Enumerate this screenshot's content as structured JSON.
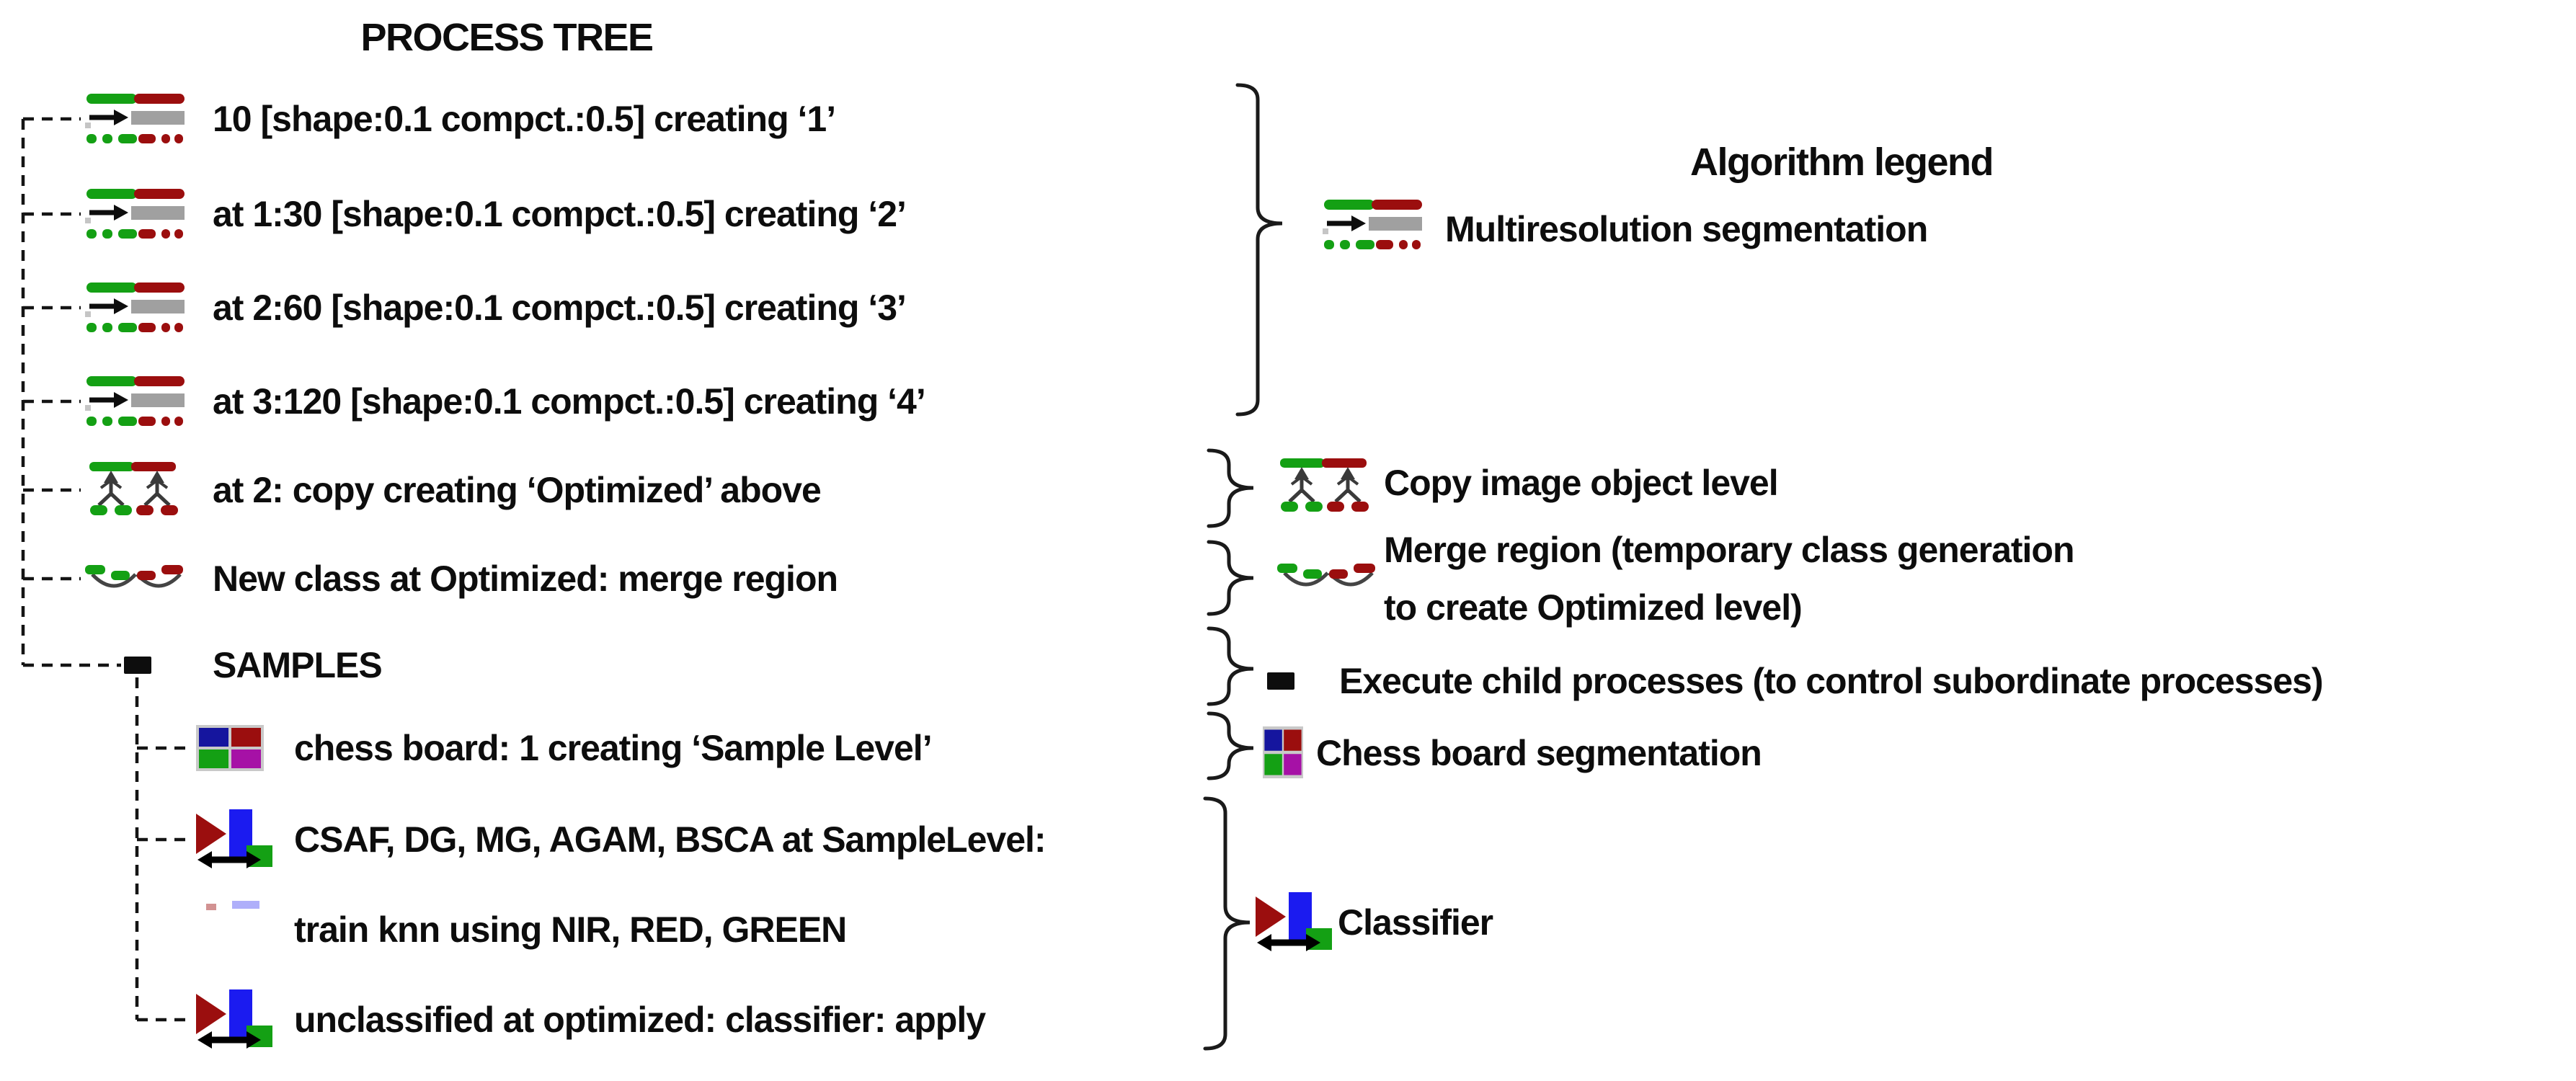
{
  "process_tree": {
    "title": "PROCESS TREE",
    "items": [
      {
        "label": "10 [shape:0.1 compct.:0.5] creating ‘1’",
        "icon": "multiresolution-segmentation",
        "level": 0
      },
      {
        "label": "at 1:30 [shape:0.1 compct.:0.5] creating ‘2’",
        "icon": "multiresolution-segmentation",
        "level": 0
      },
      {
        "label": "at 2:60 [shape:0.1 compct.:0.5] creating ‘3’",
        "icon": "multiresolution-segmentation",
        "level": 0
      },
      {
        "label": "at 3:120 [shape:0.1 compct.:0.5] creating ‘4’",
        "icon": "multiresolution-segmentation",
        "level": 0
      },
      {
        "label": "at 2: copy creating ‘Optimized’ above",
        "icon": "copy-image-object-level",
        "level": 0
      },
      {
        "label": "New class at Optimized: merge region",
        "icon": "merge-region",
        "level": 0
      },
      {
        "label": "SAMPLES",
        "icon": "execute-child-processes",
        "level": 0
      },
      {
        "label": "chess board: 1 creating ‘Sample Level’",
        "icon": "chess-board-segmentation",
        "level": 1
      },
      {
        "label": "CSAF, DG, MG, AGAM, BSCA at SampleLevel:",
        "icon": "classifier",
        "level": 1
      },
      {
        "label": "train knn using NIR, RED, GREEN",
        "icon": "classifier-faint",
        "level": 1
      },
      {
        "label": "unclassified at optimized: classifier: apply",
        "icon": "classifier",
        "level": 1
      }
    ]
  },
  "legend": {
    "title": "Algorithm legend",
    "entries": [
      {
        "icon": "multiresolution-segmentation",
        "lines": [
          "Multiresolution segmentation"
        ]
      },
      {
        "icon": "copy-image-object-level",
        "lines": [
          "Copy image object level"
        ]
      },
      {
        "icon": "merge-region",
        "lines": [
          "Merge region (temporary class generation",
          "to create Optimized level)"
        ]
      },
      {
        "icon": "execute-child-processes",
        "lines": [
          "Execute child processes (to control subordinate processes)"
        ]
      },
      {
        "icon": "chess-board-segmentation",
        "lines": [
          "Chess board segmentation"
        ]
      },
      {
        "icon": "classifier",
        "lines": [
          "Classifier"
        ]
      }
    ]
  },
  "colors": {
    "green": "#14a014",
    "dark_red": "#9b0e0e",
    "gray_bar": "#a0a0a0",
    "glyph_gray": "#3a3a3a",
    "blue": "#1b1bf0",
    "navy": "#15159e",
    "magenta": "#a611a6",
    "black": "#0d0d0d",
    "frame_gray": "#c9c9c9",
    "line": "#141414"
  }
}
